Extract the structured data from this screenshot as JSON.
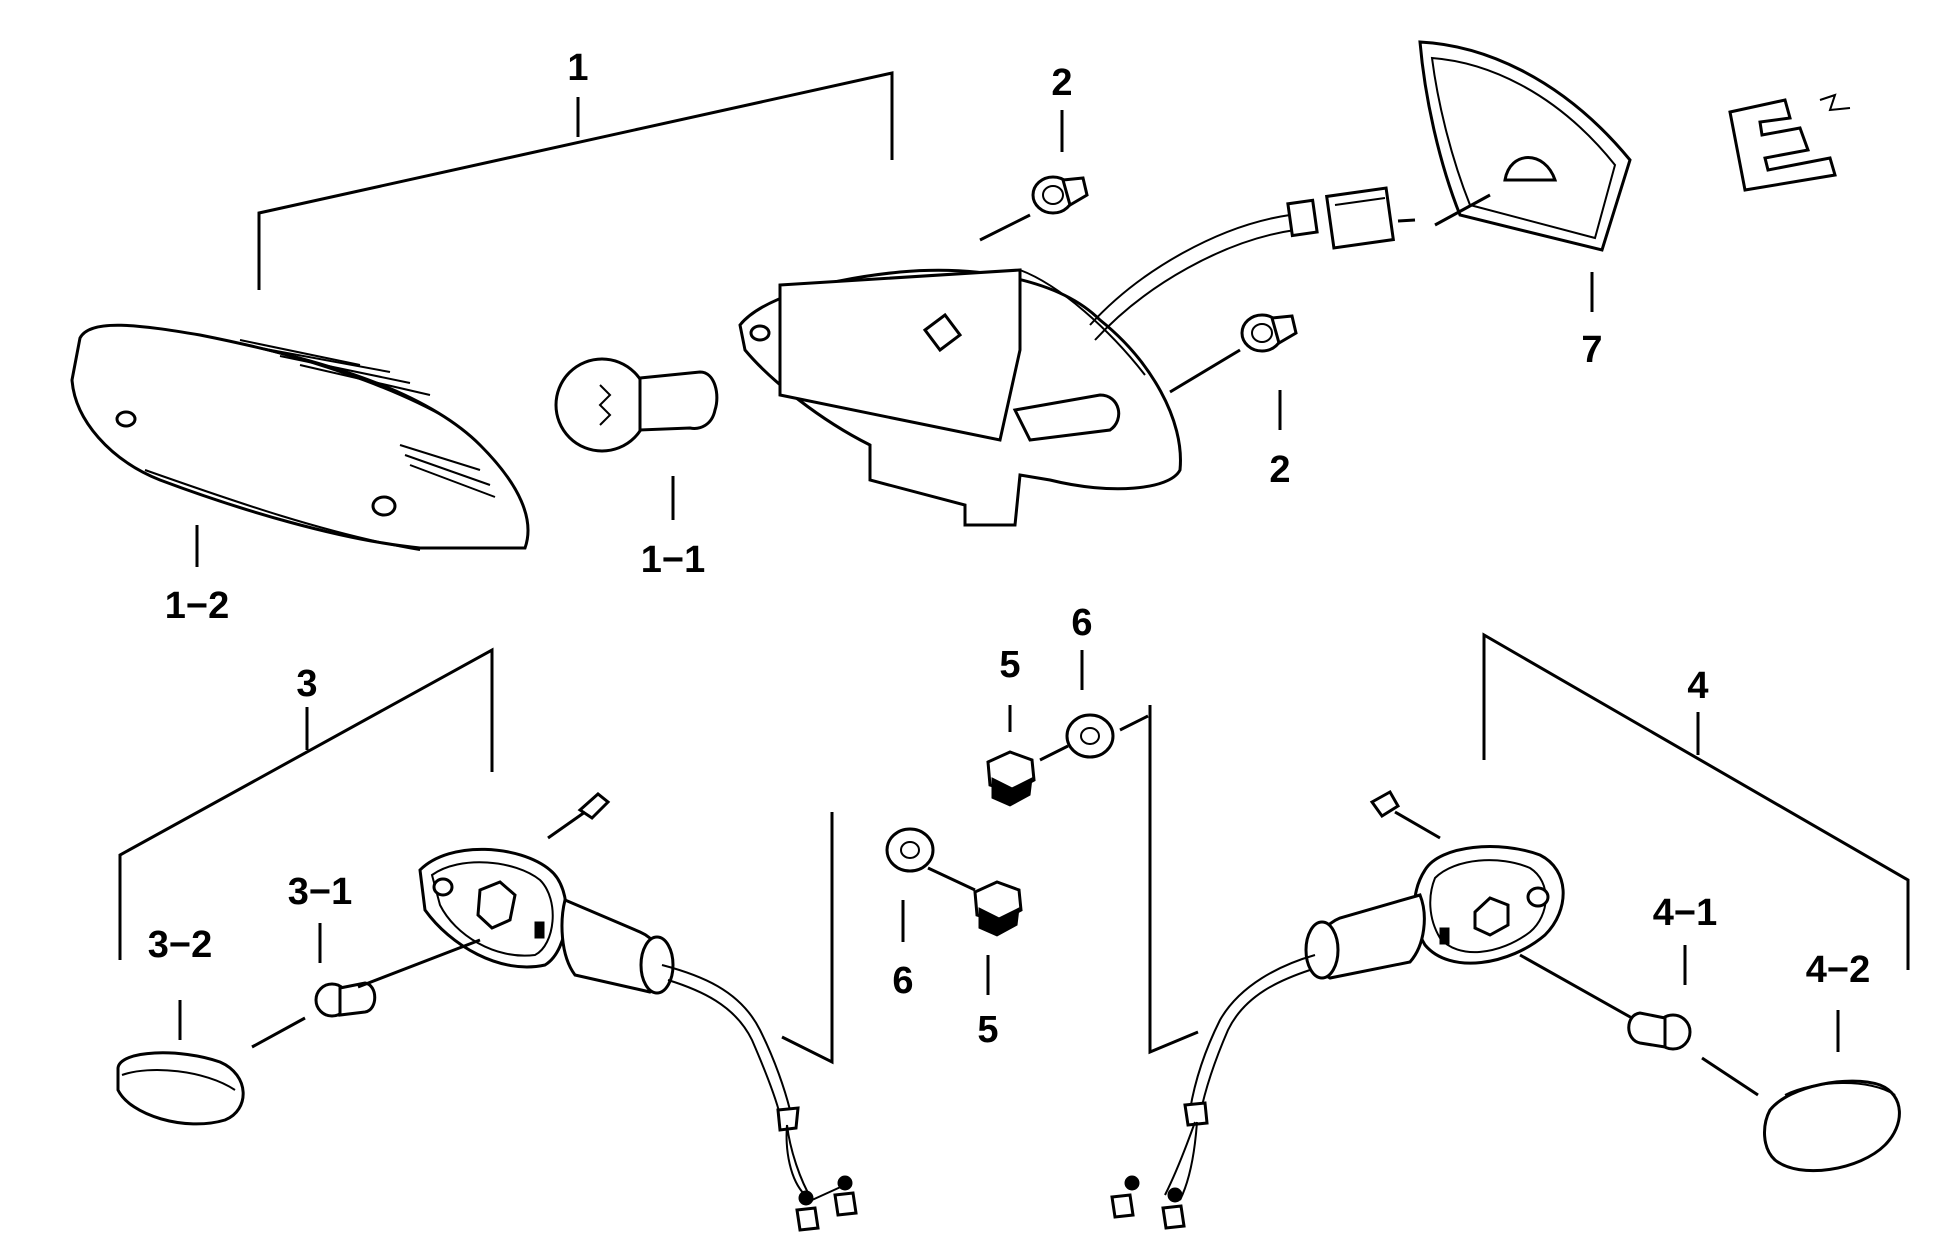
{
  "labels": {
    "l_1": "1",
    "l_1_1": "1−1",
    "l_1_2": "1−2",
    "l_2_top": "2",
    "l_2_bot": "2",
    "l_3": "3",
    "l_3_1": "3−1",
    "l_3_2": "3−2",
    "l_4": "4",
    "l_4_1": "4−1",
    "l_4_2": "4−2",
    "l_5_top": "5",
    "l_5_bot": "5",
    "l_6_top": "6",
    "l_6_bot": "6",
    "l_7": "7"
  }
}
